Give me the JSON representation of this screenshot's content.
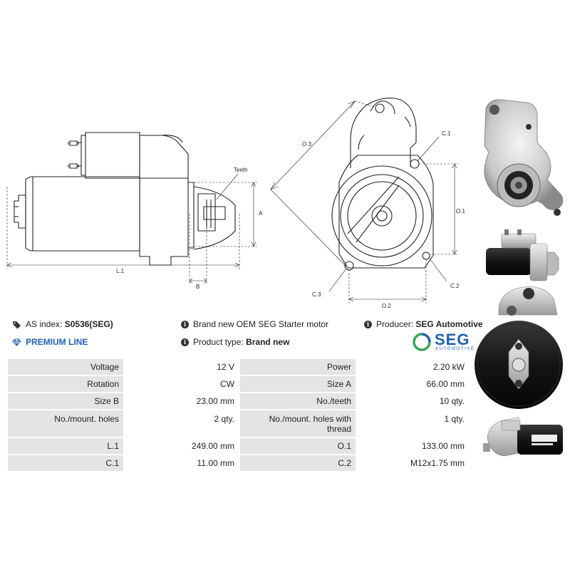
{
  "drawing": {
    "labels": {
      "teeth": "Teeth",
      "a": "A",
      "l1": "L.1",
      "b": "B",
      "o3": "O.3",
      "c1": "C.1",
      "o1": "O.1",
      "c2": "C.2",
      "c3": "C.3",
      "o2": "O.2"
    }
  },
  "info": {
    "as_index_label": "AS index:",
    "as_index_value": "S0536(SEG)",
    "premium_line": "PREMIUM LINE",
    "description": "Brand new OEM SEG Starter motor",
    "product_type_label": "Product type:",
    "product_type_value": "Brand new",
    "producer_label": "Producer:",
    "producer_value": "SEG Automotive",
    "logo_word": "SEG",
    "logo_sub": "AUTOMOTIVE"
  },
  "specs": [
    {
      "k1": "Voltage",
      "v1": "12 V",
      "k2": "Power",
      "v2": "2.20 kW"
    },
    {
      "k1": "Rotation",
      "v1": "CW",
      "k2": "Size A",
      "v2": "66.00 mm"
    },
    {
      "k1": "Size B",
      "v1": "23.00 mm",
      "k2": "No./teeth",
      "v2": "10 qty."
    },
    {
      "k1": "No./mount. holes",
      "v1": "2 qty.",
      "k2": "No./mount. holes with thread",
      "v2": "1 qty."
    },
    {
      "k1": "L.1",
      "v1": "249.00 mm",
      "k2": "O.1",
      "v2": "133.00 mm"
    },
    {
      "k1": "C.1",
      "v1": "11.00 mm",
      "k2": "C.2",
      "v2": "M12x1.75 mm"
    }
  ],
  "icons": {
    "tag": "tag-icon",
    "info": "info-icon",
    "diamond": "diamond-icon"
  },
  "colors": {
    "brand_blue": "#1f62b0",
    "brand_green": "#3aa35a",
    "label_cell": "#e4e4e4"
  }
}
